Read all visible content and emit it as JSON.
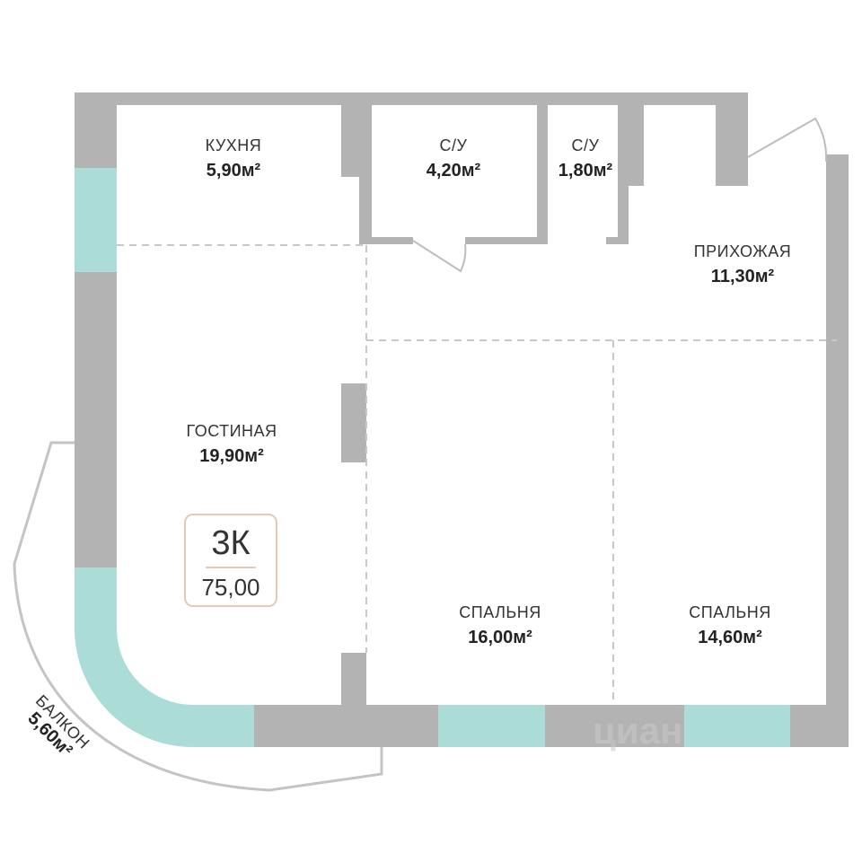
{
  "rooms": [
    {
      "name": "КУХНЯ",
      "area": "5,90м²"
    },
    {
      "name": "С/У",
      "area": "4,20м²"
    },
    {
      "name": "С/У",
      "area": "1,80м²"
    },
    {
      "name": "ПРИХОЖАЯ",
      "area": "11,30м²"
    },
    {
      "name": "ГОСТИНАЯ",
      "area": "19,90м²"
    },
    {
      "name": "СПАЛЬНЯ",
      "area": "16,00м²"
    },
    {
      "name": "СПАЛЬНЯ",
      "area": "14,60м²"
    },
    {
      "name": "БАЛКОН",
      "area": "5,60м²"
    }
  ],
  "badge": {
    "type": "3К",
    "total_area": "75,00"
  },
  "watermark": "циан",
  "colors": {
    "wall": "#b3b3b3",
    "window": "#acdcd7",
    "badge_border": "#e6c9b0"
  }
}
